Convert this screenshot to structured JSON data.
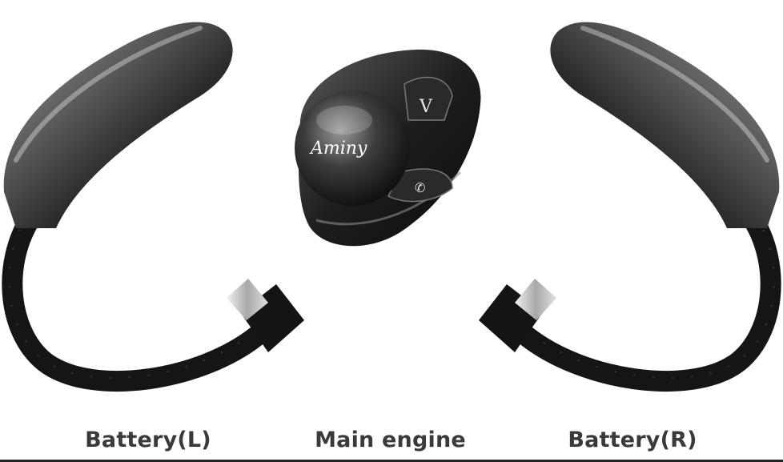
{
  "products": {
    "left_label": "Battery(L)",
    "center_label": "Main engine",
    "right_label": "Battery(R)",
    "brand_text": "Aminy",
    "volume_button_text": "V"
  },
  "colors": {
    "background": "#ffffff",
    "caption_text": "#3a3a3a",
    "body_dark": "#1c1c1c",
    "body_gloss": "#8a8a8a"
  }
}
